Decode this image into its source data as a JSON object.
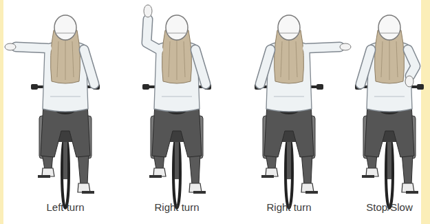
{
  "diagram": {
    "labels": [
      "Left turn",
      "Right turn",
      "Right turn",
      "Stop/Slow"
    ]
  }
}
